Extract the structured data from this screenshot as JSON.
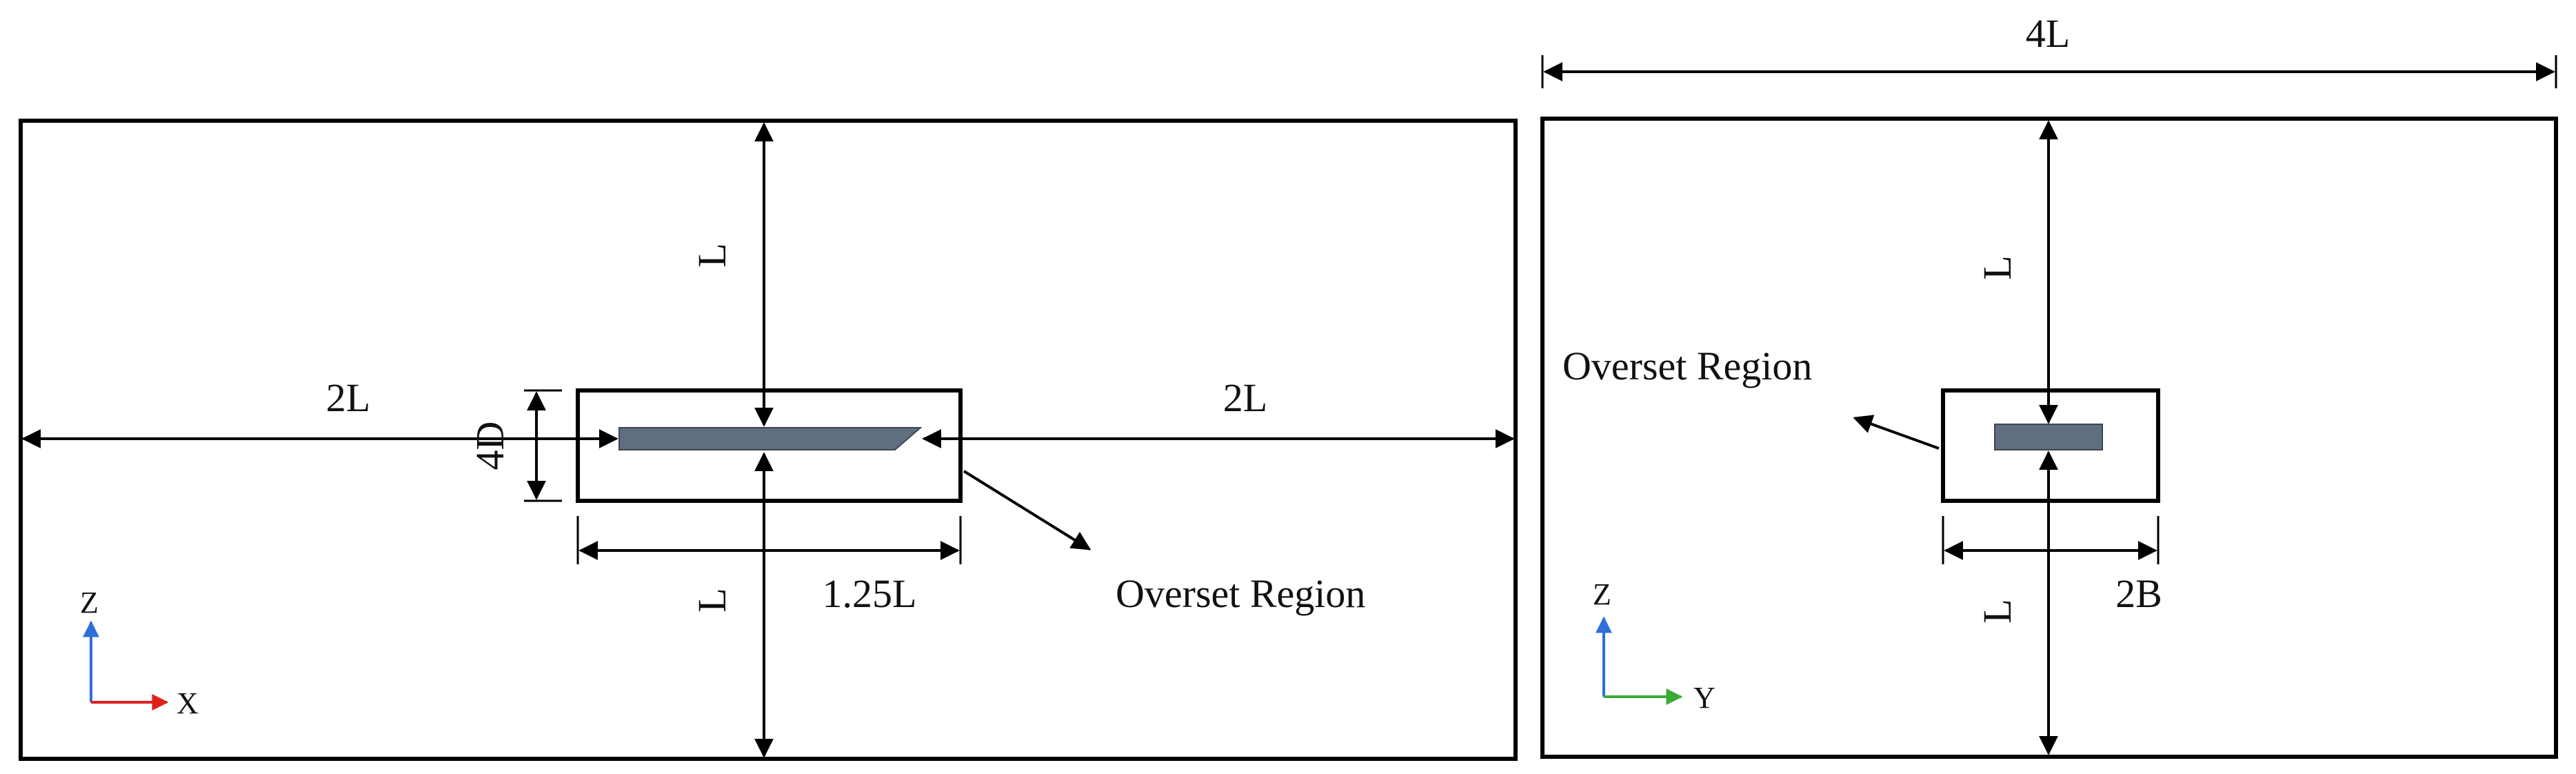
{
  "side_view": {
    "label_top_L": "L",
    "label_bottom_L": "L",
    "label_left_2L": "2L",
    "label_right_2L": "2L",
    "label_4D": "4D",
    "label_1_25L": "1.25L",
    "overset_label": "Overset Region",
    "axis_vertical": "Z",
    "axis_horizontal": "X"
  },
  "front_view": {
    "label_width_4L": "4L",
    "label_top_L": "L",
    "label_bottom_L": "L",
    "label_2B": "2B",
    "overset_label": "Overset Region",
    "axis_vertical": "Z",
    "axis_horizontal": "Y"
  },
  "colors": {
    "hull": "#5f6f7f",
    "axis_z": "#2e6fd8",
    "axis_x": "#e0201b",
    "axis_y": "#3aaa35"
  }
}
